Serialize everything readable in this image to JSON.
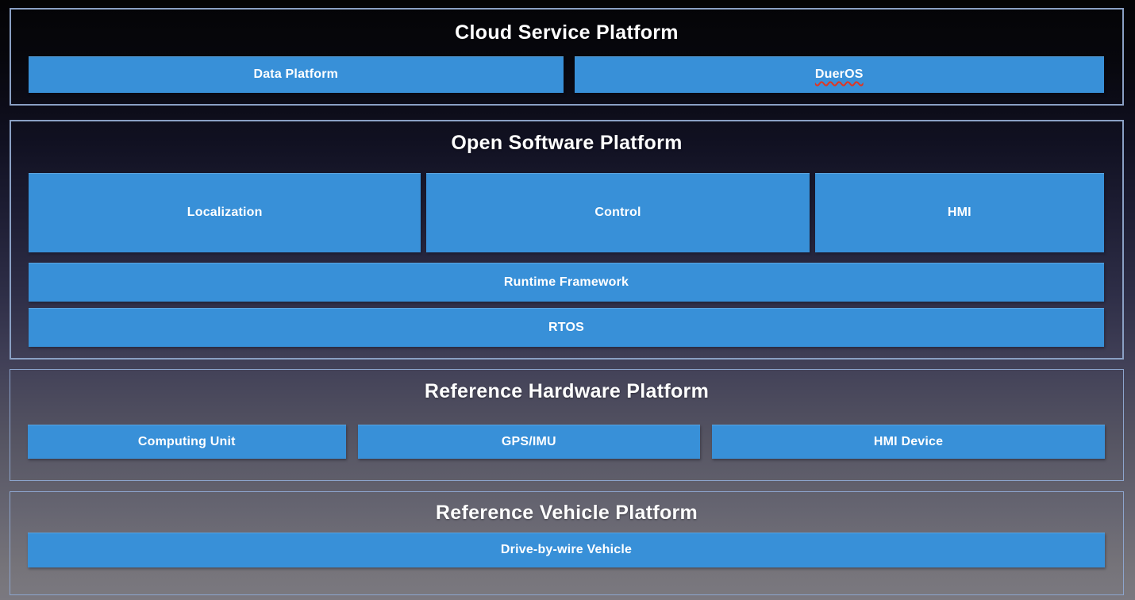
{
  "diagram": {
    "sections": [
      {
        "title": "Cloud Service Platform",
        "boxes": [
          {
            "label": "Data Platform"
          },
          {
            "label": "DuerOS",
            "spellcheck_underline": true
          }
        ]
      },
      {
        "title": "Open Software Platform",
        "module_boxes": [
          {
            "label": "Localization"
          },
          {
            "label": "Control"
          },
          {
            "label": "HMI"
          }
        ],
        "full_width_bars": [
          {
            "label": "Runtime Framework"
          },
          {
            "label": "RTOS"
          }
        ]
      },
      {
        "title": "Reference Hardware Platform",
        "boxes": [
          {
            "label": "Computing Unit"
          },
          {
            "label": "GPS/IMU"
          },
          {
            "label": "HMI Device"
          }
        ]
      },
      {
        "title": "Reference Vehicle Platform",
        "boxes": [
          {
            "label": "Drive-by-wire Vehicle"
          }
        ]
      }
    ],
    "colors": {
      "box_blue": "#3890d8",
      "panel_border": "#8aa0c4",
      "title_text": "#ffffff",
      "box_text": "#ffffff",
      "spellcheck_underline_red": "#df3722",
      "background_top": "#040406",
      "background_bottom": "#7b7980"
    }
  }
}
